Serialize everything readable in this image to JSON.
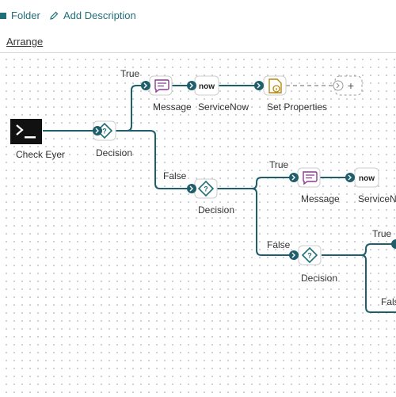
{
  "toolbar": {
    "folder_label": "Folder",
    "add_description_label": "Add Description",
    "arrange_label": "Arrange"
  },
  "nodes": {
    "check_eyer": "Check Eyer",
    "decision_1": "Decision",
    "message_1": "Message",
    "servicenow_1": "ServiceNow",
    "set_properties": "Set Properties",
    "decision_2": "Decision",
    "message_2": "Message",
    "servicenow_2": "ServiceN",
    "decision_3": "Decision"
  },
  "branches": {
    "true_1": "True",
    "false_1": "False",
    "true_2": "True",
    "false_2": "False",
    "true_3": "True",
    "false_3": "Fals"
  },
  "icons": {
    "servicenow_text": "now",
    "add_text": "+"
  },
  "colors": {
    "connector": "#1f5e6b",
    "message_accent": "#8a3a8f",
    "decision_accent": "#1f6f78",
    "properties_accent": "#b8860b",
    "terminal_bg": "#111111"
  }
}
